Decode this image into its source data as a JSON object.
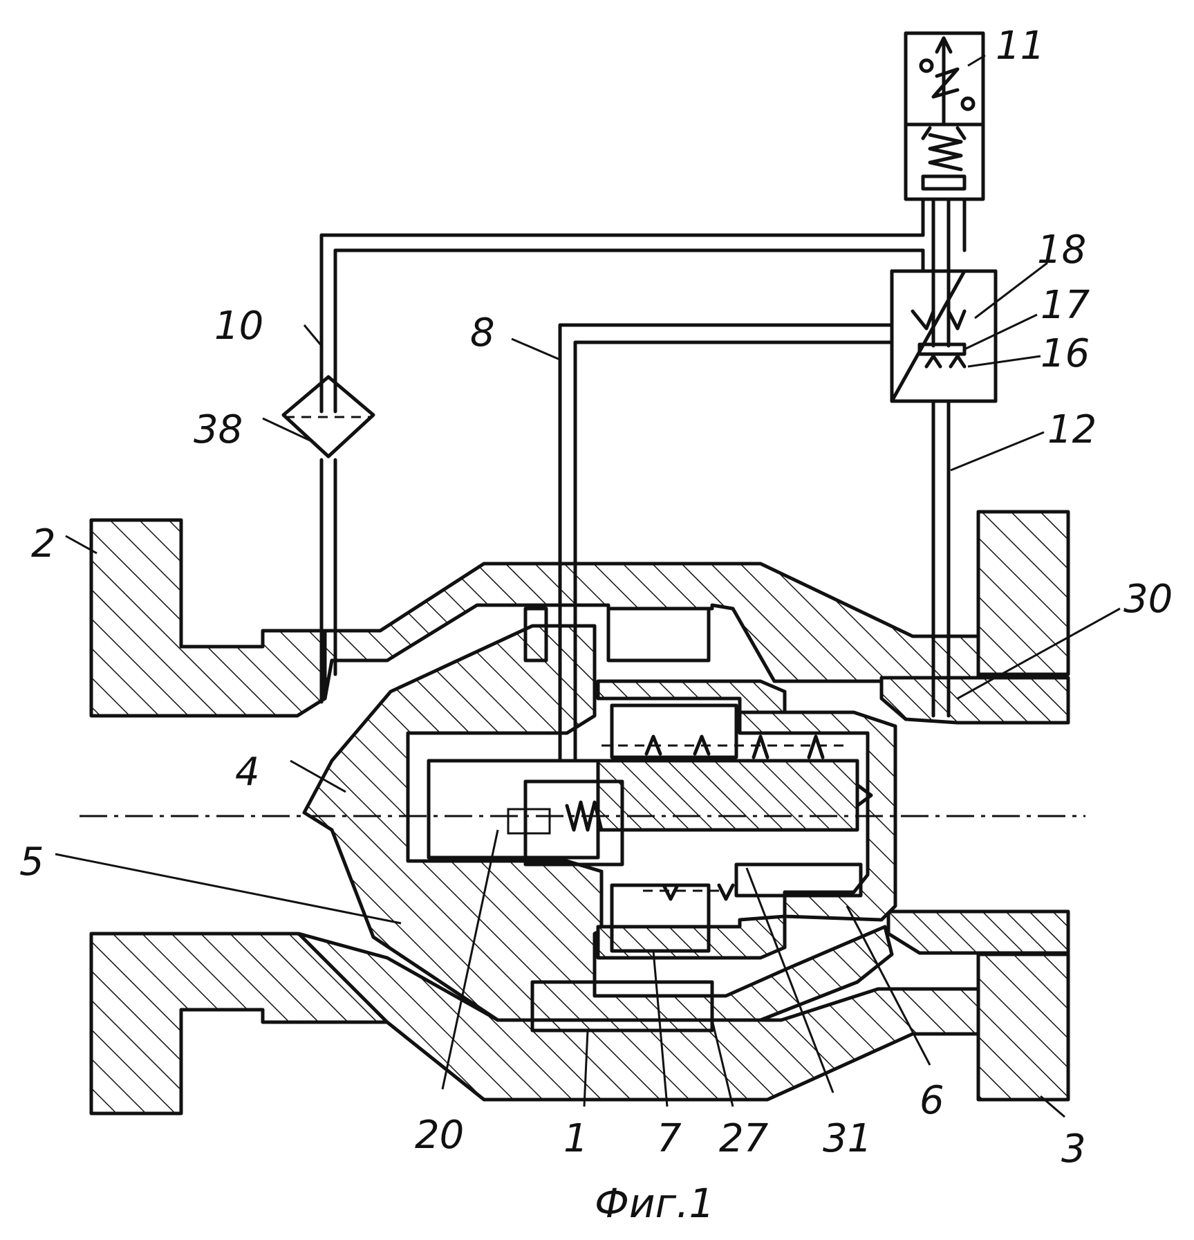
{
  "figure": {
    "caption": "Фиг.1",
    "labels": [
      {
        "id": "1",
        "text": "1"
      },
      {
        "id": "2",
        "text": "2"
      },
      {
        "id": "3",
        "text": "3"
      },
      {
        "id": "4",
        "text": "4"
      },
      {
        "id": "5",
        "text": "5"
      },
      {
        "id": "6",
        "text": "6"
      },
      {
        "id": "7",
        "text": "7"
      },
      {
        "id": "8",
        "text": "8"
      },
      {
        "id": "10",
        "text": "10"
      },
      {
        "id": "11",
        "text": "11"
      },
      {
        "id": "12",
        "text": "12"
      },
      {
        "id": "16",
        "text": "16"
      },
      {
        "id": "17",
        "text": "17"
      },
      {
        "id": "18",
        "text": "18"
      },
      {
        "id": "20",
        "text": "20"
      },
      {
        "id": "27",
        "text": "27"
      },
      {
        "id": "30",
        "text": "30"
      },
      {
        "id": "31",
        "text": "31"
      },
      {
        "id": "38",
        "text": "38"
      }
    ]
  }
}
